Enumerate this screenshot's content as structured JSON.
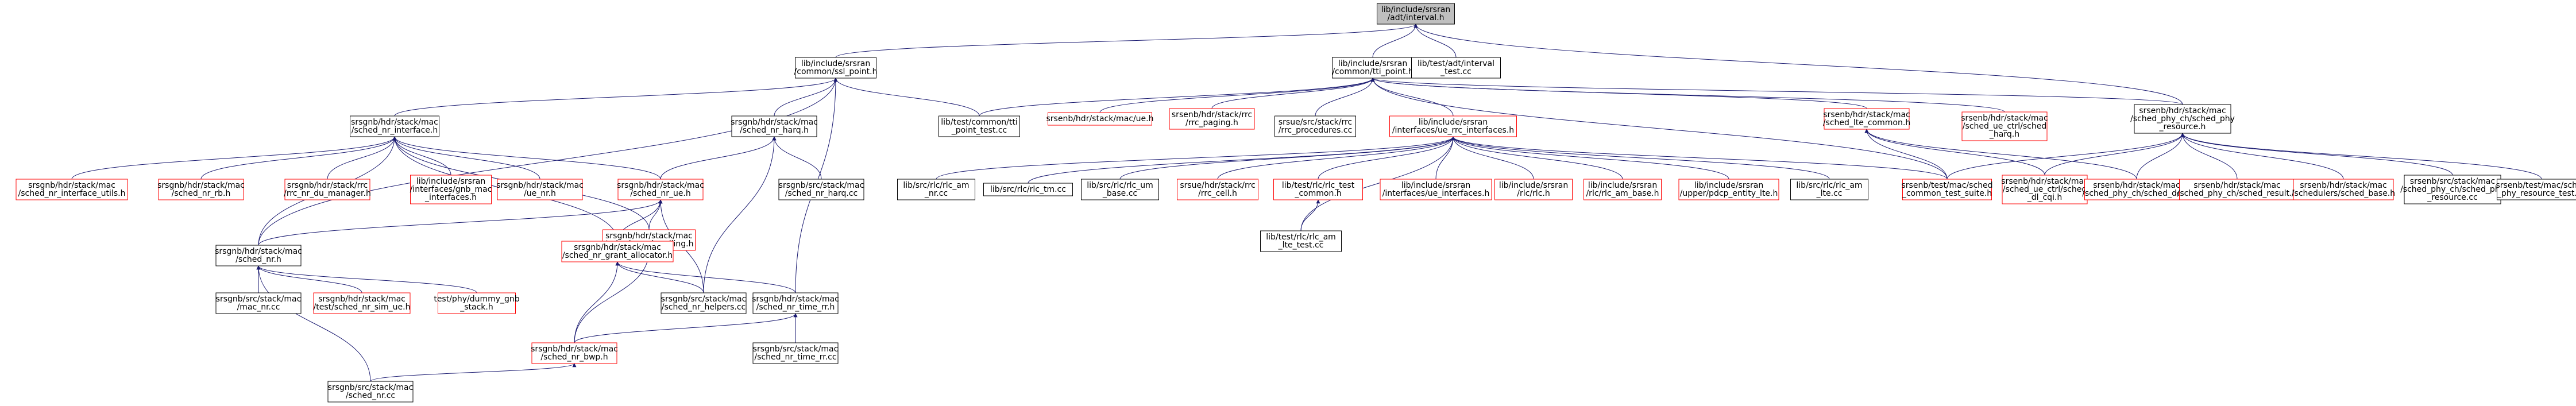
{
  "graph": {
    "nodes": [
      {
        "id": "root",
        "lines": [
          "lib/include/srsran",
          "/adt/interval.h"
        ],
        "style": "root"
      },
      {
        "id": "ssl",
        "lines": [
          "lib/include/srsran",
          "/common/ssl_point.h"
        ],
        "style": "black"
      },
      {
        "id": "tti",
        "lines": [
          "lib/include/srsran",
          "/common/tti_point.h"
        ],
        "style": "black"
      },
      {
        "id": "itest",
        "lines": [
          "lib/test/adt/interval",
          "_test.cc"
        ],
        "style": "black"
      },
      {
        "id": "phyrh",
        "lines": [
          "srsenb/hdr/stack/mac",
          "/sched_phy_ch/sched_phy",
          "_resource.h"
        ],
        "style": "black"
      },
      {
        "id": "nrifh",
        "lines": [
          "srsgnb/hdr/stack/mac",
          "/sched_nr_interface.h"
        ],
        "style": "black"
      },
      {
        "id": "harqh",
        "lines": [
          "srsgnb/hdr/stack/mac",
          "/sched_nr_harq.h"
        ],
        "style": "black"
      },
      {
        "id": "tpt",
        "lines": [
          "lib/test/common/tti",
          "_point_test.cc"
        ],
        "style": "black"
      },
      {
        "id": "macueh",
        "lines": [
          "srsenb/hdr/stack/mac/ue.h"
        ],
        "style": "red"
      },
      {
        "id": "pagh",
        "lines": [
          "srsenb/hdr/stack/rrc",
          "/rrc_paging.h"
        ],
        "style": "red"
      },
      {
        "id": "rrcproc",
        "lines": [
          "srsue/src/stack/rrc",
          "/rrc_procedures.cc"
        ],
        "style": "black"
      },
      {
        "id": "rrcif",
        "lines": [
          "lib/include/srsran",
          "/interfaces/ue_rrc_interfaces.h"
        ],
        "style": "red"
      },
      {
        "id": "ltecom",
        "lines": [
          "srsenb/hdr/stack/mac",
          "/sched_lte_common.h"
        ],
        "style": "red"
      },
      {
        "id": "uecharq",
        "lines": [
          "srsenb/hdr/stack/mac",
          "/sched_ue_ctrl/sched",
          "_harq.h"
        ],
        "style": "red"
      },
      {
        "id": "nrifu",
        "lines": [
          "srsgnb/hdr/stack/mac",
          "/sched_nr_interface_utils.h"
        ],
        "style": "red"
      },
      {
        "id": "nrrbh",
        "lines": [
          "srsgnb/hdr/stack/mac",
          "/sched_nr_rb.h"
        ],
        "style": "red"
      },
      {
        "id": "dumgr",
        "lines": [
          "srsgnb/hdr/stack/rrc",
          "/rrc_nr_du_manager.h"
        ],
        "style": "red"
      },
      {
        "id": "gnbmac",
        "lines": [
          "lib/include/srsran",
          "/interfaces/gnb_mac",
          "_interfaces.h"
        ],
        "style": "red"
      },
      {
        "id": "uenr",
        "lines": [
          "srsgnb/hdr/stack/mac",
          "/ue_nr.h"
        ],
        "style": "red"
      },
      {
        "id": "nruecfg",
        "lines": [
          "srsgnb/hdr/stack/mac",
          "/sched_nr_ue.h"
        ],
        "style": "red"
      },
      {
        "id": "harqcc",
        "lines": [
          "srsgnb/src/stack/mac",
          "/sched_nr_harq.cc"
        ],
        "style": "black"
      },
      {
        "id": "rrcamcc",
        "lines": [
          "lib/src/rlc/rlc_am",
          "_nr.cc"
        ],
        "style": "black"
      },
      {
        "id": "rlctm",
        "lines": [
          "lib/src/rlc/rlc_tm.cc"
        ],
        "style": "black"
      },
      {
        "id": "umbase",
        "lines": [
          "lib/src/rlc/rlc_um",
          "_base.cc"
        ],
        "style": "black"
      },
      {
        "id": "rrccell",
        "lines": [
          "srsue/hdr/stack/rrc",
          "/rrc_cell.h"
        ],
        "style": "red"
      },
      {
        "id": "rlctest",
        "lines": [
          "lib/test/rlc/rlc_test",
          "_common.h"
        ],
        "style": "red"
      },
      {
        "id": "ueif",
        "lines": [
          "lib/include/srsran",
          "/interfaces/ue_interfaces.h"
        ],
        "style": "red"
      },
      {
        "id": "rlch",
        "lines": [
          "lib/include/srsran",
          "/rlc/rlc.h"
        ],
        "style": "red"
      },
      {
        "id": "ambase",
        "lines": [
          "lib/include/srsran",
          "/rlc/rlc_am_base.h"
        ],
        "style": "red"
      },
      {
        "id": "pdcp",
        "lines": [
          "lib/include/srsran",
          "/upper/pdcp_entity_lte.h"
        ],
        "style": "red"
      },
      {
        "id": "amlte",
        "lines": [
          "lib/src/rlc/rlc_am",
          "_lte.cc"
        ],
        "style": "black"
      },
      {
        "id": "suite",
        "lines": [
          "srsenb/test/mac/sched",
          "_common_test_suite.h"
        ],
        "style": "red"
      },
      {
        "id": "cqih",
        "lines": [
          "srsenb/hdr/stack/mac",
          "/sched_ue_ctrl/sched",
          "_dl_cqi.h"
        ],
        "style": "red"
      },
      {
        "id": "dcih",
        "lines": [
          "srsenb/hdr/stack/mac",
          "/sched_phy_ch/sched_dci.h"
        ],
        "style": "red"
      },
      {
        "id": "resulth",
        "lines": [
          "srsenb/hdr/stack/mac",
          "/sched_phy_ch/sched_result.h"
        ],
        "style": "red"
      },
      {
        "id": "basesch",
        "lines": [
          "srsenb/hdr/stack/mac",
          "/schedulers/sched_base.h"
        ],
        "style": "red"
      },
      {
        "id": "phyrcc",
        "lines": [
          "srsenb/src/stack/mac",
          "/sched_phy_ch/sched_phy",
          "_resource.cc"
        ],
        "style": "black"
      },
      {
        "id": "restest",
        "lines": [
          "srsenb/test/mac/sched",
          "_phy_resource_test.cc"
        ],
        "style": "black"
      },
      {
        "id": "signh",
        "lines": [
          "srsgnb/hdr/stack/mac",
          "/sched_nr_signalling.h"
        ],
        "style": "red"
      },
      {
        "id": "allocd",
        "lines": [
          "srsgnb/hdr/stack/mac",
          "/sched_nr_grant_allocator.h"
        ],
        "style": "red"
      },
      {
        "id": "schednrh",
        "lines": [
          "srsgnb/hdr/stack/mac",
          "/sched_nr.h"
        ],
        "style": "black"
      },
      {
        "id": "macnrcc",
        "lines": [
          "srsgnb/src/stack/mac",
          "/mac_nr.cc"
        ],
        "style": "black"
      },
      {
        "id": "simue",
        "lines": [
          "srsgnb/hdr/stack/mac",
          "/test/sched_nr_sim_ue.h"
        ],
        "style": "red"
      },
      {
        "id": "dummy",
        "lines": [
          "test/phy/dummy_gnb",
          "_stack.h"
        ],
        "style": "red"
      },
      {
        "id": "helpers",
        "lines": [
          "srsgnb/src/stack/mac",
          "/sched_nr_helpers.cc"
        ],
        "style": "black"
      },
      {
        "id": "timeh",
        "lines": [
          "srsgnb/hdr/stack/mac",
          "/sched_nr_time_rr.h"
        ],
        "style": "black"
      },
      {
        "id": "bwp",
        "lines": [
          "srsgnb/hdr/stack/mac",
          "/sched_nr_bwp.h"
        ],
        "style": "red"
      },
      {
        "id": "timecc",
        "lines": [
          "srsgnb/src/stack/mac",
          "/sched_nr_time_rr.cc"
        ],
        "style": "black"
      },
      {
        "id": "schedcc",
        "lines": [
          "srsgnb/src/stack/mac",
          "/sched_nr.cc"
        ],
        "style": "black"
      },
      {
        "id": "amtest",
        "lines": [
          "lib/test/rlc/rlc_am",
          "_lte_test.cc"
        ],
        "style": "black"
      }
    ],
    "edges": [
      [
        "ssl",
        "root"
      ],
      [
        "tti",
        "root"
      ],
      [
        "itest",
        "root"
      ],
      [
        "phyrh",
        "root"
      ],
      [
        "nrifh",
        "ssl"
      ],
      [
        "harqh",
        "ssl"
      ],
      [
        "tpt",
        "ssl"
      ],
      [
        "schednrh",
        "ssl"
      ],
      [
        "timeh",
        "ssl"
      ],
      [
        "tpt",
        "tti"
      ],
      [
        "macueh",
        "tti"
      ],
      [
        "pagh",
        "tti"
      ],
      [
        "rrcproc",
        "tti"
      ],
      [
        "rrcif",
        "tti"
      ],
      [
        "ltecom",
        "tti"
      ],
      [
        "uecharq",
        "tti"
      ],
      [
        "phyrh",
        "tti"
      ],
      [
        "suite",
        "tti"
      ],
      [
        "nrifu",
        "nrifh"
      ],
      [
        "nrrbh",
        "nrifh"
      ],
      [
        "dumgr",
        "nrifh"
      ],
      [
        "gnbmac",
        "nrifh"
      ],
      [
        "uenr",
        "nrifh"
      ],
      [
        "nruecfg",
        "nrifh"
      ],
      [
        "schednrh",
        "nrifh"
      ],
      [
        "signh",
        "nrifh"
      ],
      [
        "allocd",
        "nrifh"
      ],
      [
        "nruecfg",
        "harqh"
      ],
      [
        "harqcc",
        "harqh"
      ],
      [
        "helpers",
        "harqh"
      ],
      [
        "rrcamcc",
        "rrcif"
      ],
      [
        "rlctm",
        "rrcif"
      ],
      [
        "umbase",
        "rrcif"
      ],
      [
        "rrccell",
        "rrcif"
      ],
      [
        "rlctest",
        "rrcif"
      ],
      [
        "ueif",
        "rrcif"
      ],
      [
        "rlch",
        "rrcif"
      ],
      [
        "ambase",
        "rrcif"
      ],
      [
        "pdcp",
        "rrcif"
      ],
      [
        "amlte",
        "rrcif"
      ],
      [
        "suite",
        "rrcif"
      ],
      [
        "amtest",
        "rrcif"
      ],
      [
        "suite",
        "ltecom"
      ],
      [
        "cqih",
        "ltecom"
      ],
      [
        "dcih",
        "ltecom"
      ],
      [
        "suite",
        "phyrh"
      ],
      [
        "cqih",
        "phyrh"
      ],
      [
        "dcih",
        "phyrh"
      ],
      [
        "resulth",
        "phyrh"
      ],
      [
        "basesch",
        "phyrh"
      ],
      [
        "phyrcc",
        "phyrh"
      ],
      [
        "restest",
        "phyrh"
      ],
      [
        "allocd",
        "nruecfg"
      ],
      [
        "helpers",
        "nruecfg"
      ],
      [
        "schednrh",
        "nruecfg"
      ],
      [
        "signh",
        "nruecfg"
      ],
      [
        "bwp",
        "allocd"
      ],
      [
        "helpers",
        "allocd"
      ],
      [
        "timeh",
        "allocd"
      ],
      [
        "macnrcc",
        "schednrh"
      ],
      [
        "simue",
        "schednrh"
      ],
      [
        "dummy",
        "schednrh"
      ],
      [
        "schedcc",
        "schednrh"
      ],
      [
        "bwp",
        "signh"
      ],
      [
        "bwp",
        "timeh"
      ],
      [
        "timecc",
        "timeh"
      ],
      [
        "schedcc",
        "bwp"
      ],
      [
        "amtest",
        "rlctest"
      ]
    ]
  }
}
